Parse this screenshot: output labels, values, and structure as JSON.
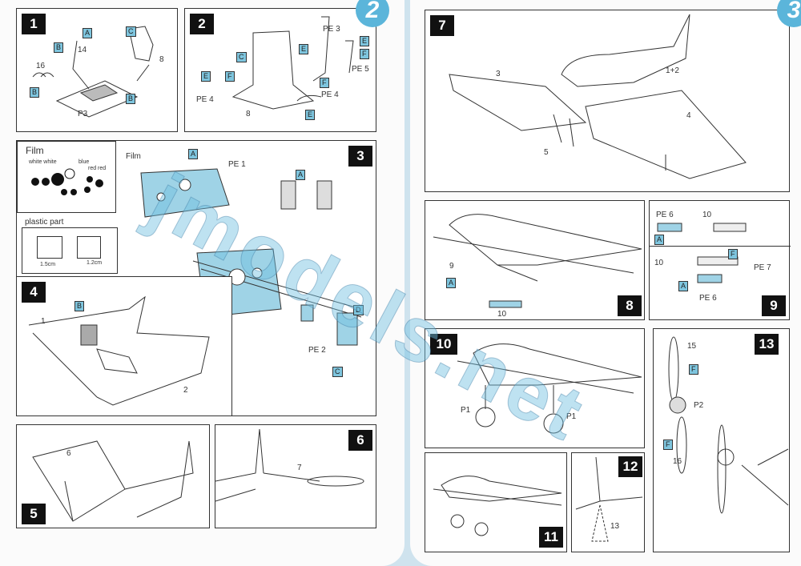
{
  "page_numbers": [
    "2",
    "3"
  ],
  "watermark": "jmodels.net",
  "colors": {
    "accent": "#7ec5de",
    "page_badge": "#5bb5da"
  },
  "steps": {
    "s1": {
      "num": "1",
      "labels": [
        "A",
        "B",
        "14",
        "C",
        "8",
        "16",
        "B",
        "B",
        "P3"
      ]
    },
    "s2": {
      "num": "2",
      "labels": [
        "PE 3",
        "C",
        "E",
        "E",
        "F",
        "PE 5",
        "E",
        "F",
        "PE 4",
        "PE 4",
        "8",
        "E",
        "F"
      ]
    },
    "s3": {
      "num": "3",
      "labels": [
        "Film",
        "A",
        "PE 1",
        "A",
        "D",
        "PE 2",
        "C"
      ],
      "film_box": {
        "title": "Film",
        "labels": [
          "white white",
          "blue",
          "red red"
        ]
      },
      "plastic_box": {
        "title": "plastic part",
        "dims": [
          "1.5cm",
          "1.2cm"
        ]
      }
    },
    "s4": {
      "num": "4",
      "labels": [
        "B",
        "1",
        "2"
      ]
    },
    "s5": {
      "num": "5",
      "labels": [
        "6"
      ]
    },
    "s6": {
      "num": "6",
      "labels": [
        "7"
      ]
    },
    "s7": {
      "num": "7",
      "labels": [
        "3",
        "1+2",
        "4",
        "5"
      ]
    },
    "s8": {
      "num": "8",
      "labels": [
        "9",
        "A",
        "10"
      ]
    },
    "s9": {
      "num": "9",
      "labels": [
        "PE 6",
        "10",
        "A",
        "10",
        "F",
        "PE 7",
        "A",
        "PE 6"
      ]
    },
    "s10": {
      "num": "10",
      "labels": [
        "P1",
        "P1"
      ]
    },
    "s11": {
      "num": "11"
    },
    "s12": {
      "num": "12",
      "labels": [
        "13"
      ]
    },
    "s13": {
      "num": "13",
      "labels": [
        "15",
        "F",
        "P2",
        "F",
        "16"
      ]
    }
  }
}
